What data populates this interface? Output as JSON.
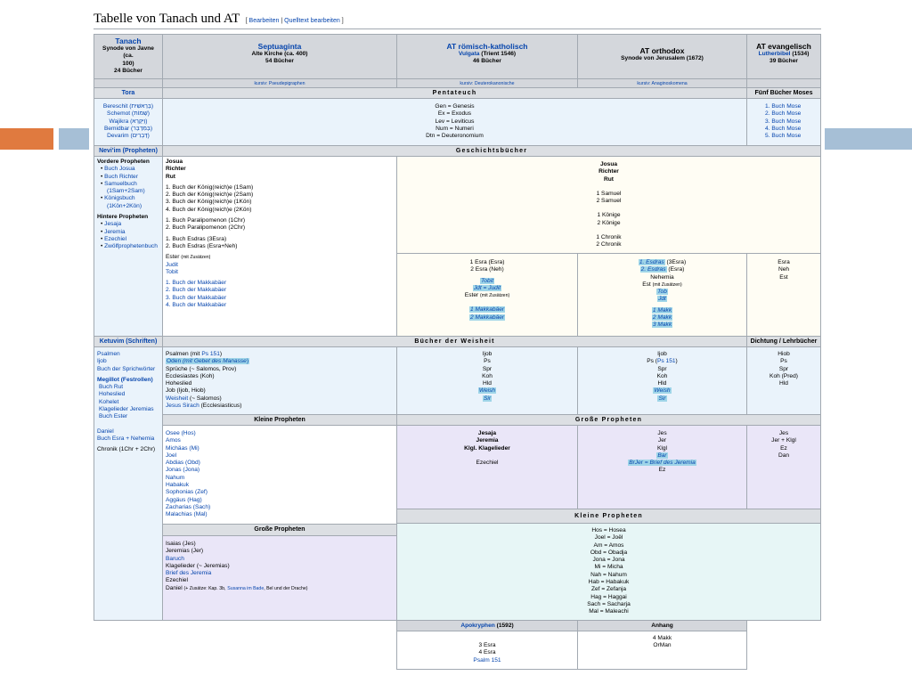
{
  "page": {
    "title": "Tabelle von Tanach und AT",
    "edit": "Bearbeiten",
    "edit_source": "Quelltext bearbeiten",
    "sep": "|"
  },
  "headers": {
    "tanach": {
      "name": "Tanach",
      "lines": [
        "Synode von Javne (ca.",
        "100)",
        "24 Bücher"
      ]
    },
    "lxx": {
      "name": "Septuaginta",
      "lines": [
        "Alte Kirche (ca. 400)",
        "54 Bücher"
      ]
    },
    "rk": {
      "name": "AT römisch-katholisch",
      "vulgata": "Vulgata",
      "trient": "(Trient 1546)",
      "count": "46 Bücher"
    },
    "orth": {
      "name": "AT orthodox",
      "lines": [
        "Synode von Jerusalem (1672)"
      ]
    },
    "ev": {
      "name": "AT evangelisch",
      "luther": "Lutherbibel",
      "year": "(1534)",
      "count": "39 Bücher"
    }
  },
  "notes": {
    "lxx": "kursiv: Pseudepigraphen",
    "rk": "kursiv: Deuterokanonische",
    "orth": "kursiv: Anaginoskomena"
  },
  "tora": {
    "label": "Tora",
    "section": "Pentateuch",
    "ev_label": "Fünf Bücher Moses",
    "hebrew": [
      "Bereschit (בְּרֵאשִׁית)",
      "Schemot (שְׁמוֹת)",
      "Wajikra (וַיִּקְרָא)",
      "Bemidbar (בְּמִדְבַּר)",
      "Devarim (דְּבָרִים)"
    ],
    "abbrevs": [
      "Gen = Genesis",
      "Ex = Exodus",
      "Lev = Leviticus",
      "Num = Numeri",
      "Dtn = Deuteronomium"
    ],
    "luther": [
      "1. Buch Mose",
      "2. Buch Mose",
      "3. Buch Mose",
      "4. Buch Mose",
      "5. Buch Mose"
    ]
  },
  "neviim": {
    "label": "Nevi'im (Propheten)",
    "section": "Geschichtsbücher",
    "vordere": "Vordere Propheten",
    "v_items": [
      "Buch Josua",
      "Buch Richter",
      "Samuelbuch",
      "(1Sam+2Sam)",
      "Königsbuch",
      "(1Kön+2Kön)"
    ],
    "hintere": "Hintere Propheten",
    "h_items": [
      "Jesaja",
      "Jeremia",
      "Ezechiel",
      "Zwölfprophetenbuch"
    ],
    "lxx_bold": [
      "Josua",
      "Richter",
      "Rut"
    ],
    "lxx_kings": [
      "1. Buch der König(reich)e (1Sam)",
      "2. Buch der König(reich)e (2Sam)",
      "3. Buch der König(reich)e (1Kön)",
      "4. Buch der König(reich)e (2Kön)"
    ],
    "lxx_par": [
      "1. Buch Paralipomenon (1Chr)",
      "2. Buch Paralipomenon (2Chr)"
    ],
    "lxx_esdras": [
      "1. Buch Esdras (3Esra)",
      "2. Buch Esdras (Esra+Neh)"
    ],
    "lxx_ester": "Ester",
    "zusatz": "(mit Zusätzen)",
    "lxx_judit": "Judit",
    "lxx_tobit": "Tobit",
    "lxx_makk": [
      "1. Buch der Makkabäer",
      "2. Buch der Makkabäer",
      "3. Buch der Makkabäer",
      "4. Buch der Makkabäer"
    ],
    "ro_bold": [
      "Josua",
      "Richter",
      "Rut"
    ],
    "ro_sam": [
      "1 Samuel",
      "2 Samuel"
    ],
    "ro_kon": [
      "1 Könige",
      "2 Könige"
    ],
    "ro_chr": [
      "1 Chronik",
      "2 Chronik"
    ],
    "rk_esra": [
      "1 Esra (Esra)",
      "2 Esra (Neh)"
    ],
    "rk_tobit": "Tobit",
    "rk_jdt": "Jdt = Judit",
    "rk_ester": "Ester",
    "rk_makk": [
      "1 Makkabäer",
      "2 Makkabäer"
    ],
    "or_esdras": [
      "1. Esdras",
      "(3Esra)",
      "2. Esdras",
      "(Esra)"
    ],
    "or_neh": "Nehemia",
    "or_est": "Est",
    "or_tob": "Tob",
    "or_jdt": "Jdt",
    "or_makk": [
      "1 Makk",
      "2 Makk",
      "3 Makk"
    ],
    "ev_books": [
      "Esra",
      "Neh",
      "Est"
    ]
  },
  "ketuvim": {
    "label": "Ketuvim (Schriften)",
    "section": "Bücher der Weisheit",
    "ev_label": "Dichtung / Lehrbücher",
    "items": [
      "Psalmen",
      "Ijob",
      "Buch der Sprichwörter"
    ],
    "megillot": "Megillot (Festrollen)",
    "meg_items": [
      "Buch Rut",
      "Hoheslied",
      "Kohelet",
      "Klagelieder Jeremias",
      "Buch Ester"
    ],
    "daniel": "Daniel",
    "esra_neh": "Buch Esra + Nehemia",
    "chronik": "Chronik (1Chr + 2Chr)",
    "lxx_psalmen": "Psalmen (mit",
    "ps151": "Ps 151",
    "close": ")",
    "lxx_oden": "Oden",
    "lxx_oden_mit": "(mit",
    "lxx_gebet": "Gebet des Manasse",
    "lxx_oden_close": ")",
    "lxx_rest": [
      "Sprüche (~ Salomos, Prov)",
      "Ecclesiastes (Koh)",
      "Hoheslied",
      "Job (Ijob, Hiob)"
    ],
    "lxx_weisheit": "Weisheit",
    "lxx_weisheit2": "(~ Salomos)",
    "lxx_sirach": "Jesus Sirach",
    "lxx_sirach2": "(Ecclesiasticus)",
    "rk_books": [
      "Ijob",
      "Ps",
      "Spr",
      "Koh",
      "Hld"
    ],
    "rk_it": [
      "Weish",
      "Sir"
    ],
    "or_ijob": "Ijob",
    "or_ps": "Ps (",
    "or_ps151": "Ps 151",
    "or_close": ")",
    "or_books": [
      "Spr",
      "Koh",
      "Hld"
    ],
    "or_it": [
      "Weish",
      "Sir"
    ],
    "ev_books": [
      "Hiob",
      "Ps",
      "Spr",
      "Koh (Pred)",
      "Hld"
    ]
  },
  "kleine_lxx": {
    "label": "Kleine Propheten",
    "items": [
      "Osee (Hos)",
      "Amos",
      "Michäas (Mi)",
      "Joel",
      "Abdias (Obd)",
      "Jonas (Jona)",
      "Nahum",
      "Habakuk",
      "Sophonias (Zef)",
      "Aggäus (Hag)",
      "Zacharias (Sach)",
      "Malachias (Mal)"
    ]
  },
  "grosse_lxx": {
    "label": "Große Propheten",
    "items": [
      "Isaias (Jes)",
      "Jeremias (Jer)",
      "Baruch",
      "Klagelieder (~ Jeremias)",
      "Brief des Jeremia",
      "Ezechiel"
    ],
    "daniel": "Daniel",
    "daniel_note": "(+ Zusätze: Kap. 3b,",
    "susanna": "Susanna im Bade",
    "daniel_note2": ", Bel und der Drache)"
  },
  "grosse": {
    "label": "Große Propheten",
    "rk": [
      "Jesaja",
      "Jeremia",
      "Klgl. Klagelieder"
    ],
    "rk_ez": "Ezechiel",
    "or": [
      "Jes",
      "Jer",
      "Klgl"
    ],
    "or_bar": "Bar",
    "or_brjer": "BrJer = Brief des Jeremia",
    "or_ez": "Ez",
    "ev": [
      "Jes",
      "Jer + Klgl",
      "Ez",
      "Dan"
    ]
  },
  "kleine": {
    "label": "Kleine Propheten",
    "items": [
      "Hos = Hosea",
      "Joel = Joël",
      "Am = Amos",
      "Obd = Obadja",
      "Jona = Jona",
      "Mi = Micha",
      "Nah = Nahum",
      "Hab = Habakuk",
      "Zef = Zefanja",
      "Hag = Haggai",
      "Sach = Sacharja",
      "Mal = Maleachi"
    ]
  },
  "apokryphen": {
    "label": "Apokryphen",
    "year": "(1592)",
    "items": [
      "3 Esra",
      "4 Esra"
    ],
    "psalm": "Psalm 151"
  },
  "anhang": {
    "label": "Anhang",
    "items": [
      "4 Makk",
      "OrMan"
    ]
  }
}
